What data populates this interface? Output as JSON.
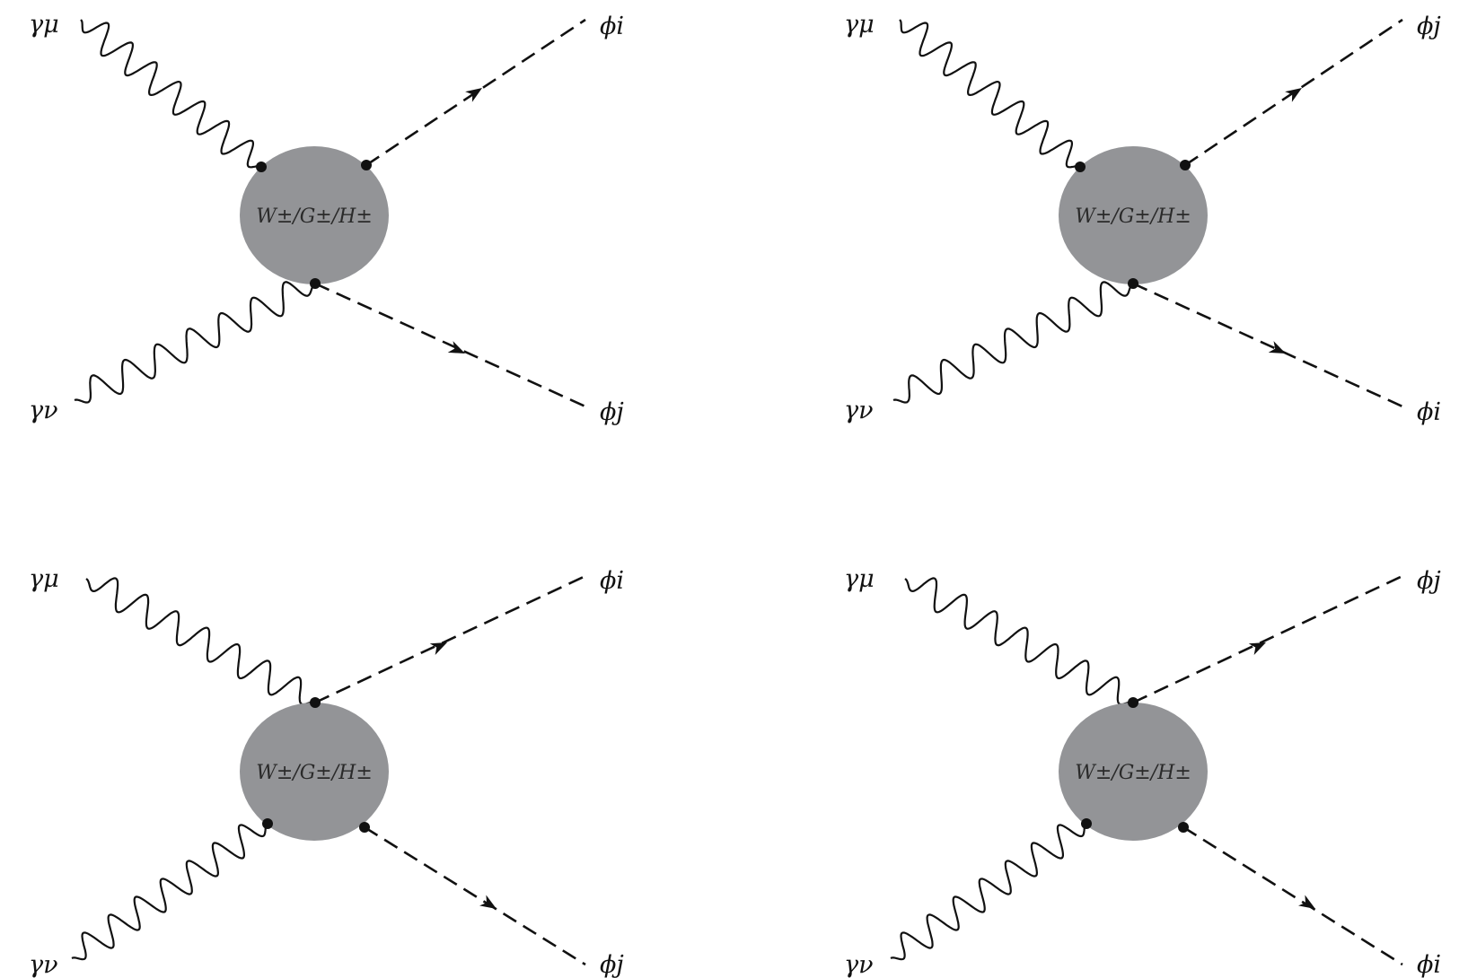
{
  "colors": {
    "line": "#111111",
    "blob": "#939497",
    "background": "#ffffff"
  },
  "blob_label": "W±/G±/H±",
  "diagrams": [
    {
      "photon_top": "γμ",
      "photon_bottom": "γν",
      "scalar_top": "ϕi",
      "scalar_bottom": "ϕj"
    },
    {
      "photon_top": "γμ",
      "photon_bottom": "γν",
      "scalar_top": "ϕj",
      "scalar_bottom": "ϕi"
    },
    {
      "photon_top": "γμ",
      "photon_bottom": "γν",
      "scalar_top": "ϕi",
      "scalar_bottom": "ϕj"
    },
    {
      "photon_top": "γμ",
      "photon_bottom": "γν",
      "scalar_top": "ϕj",
      "scalar_bottom": "ϕi"
    }
  ]
}
